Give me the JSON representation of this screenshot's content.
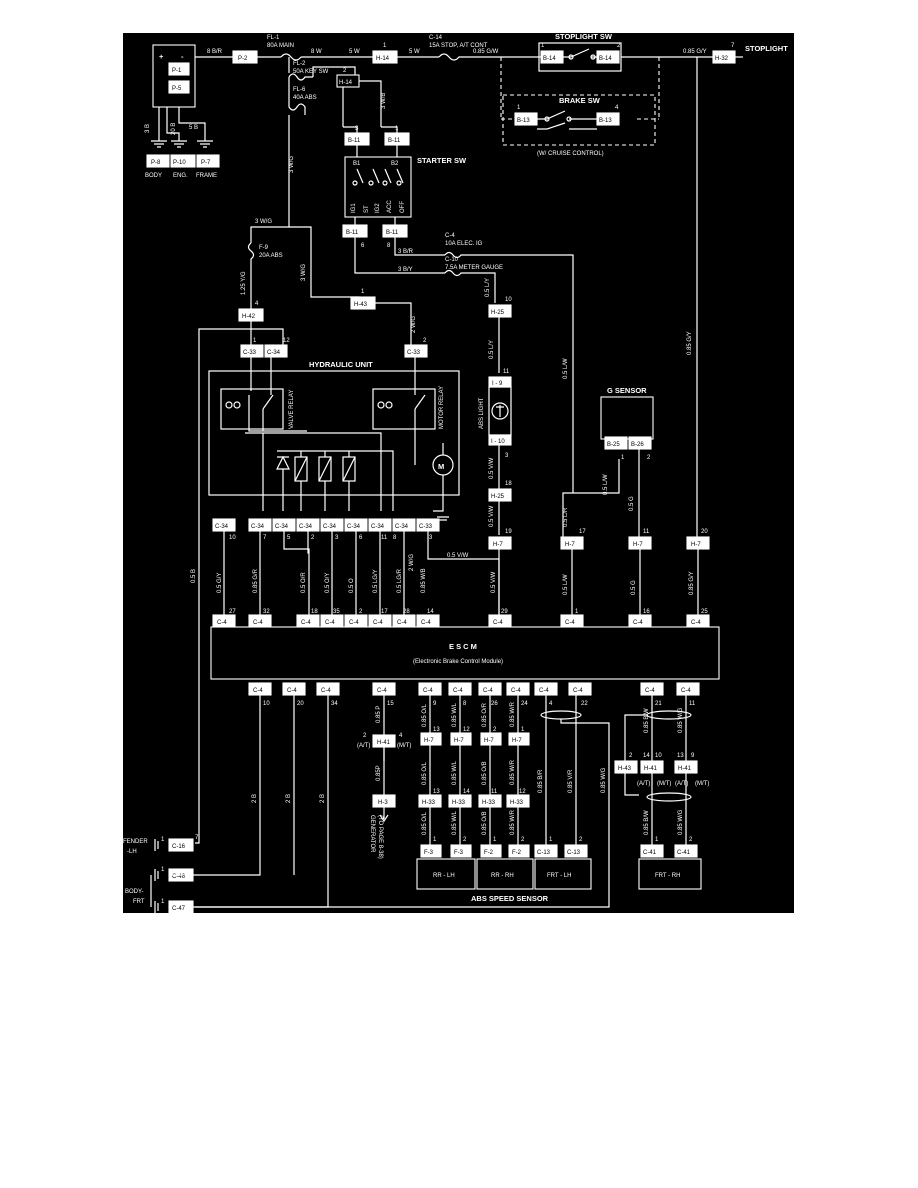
{
  "diagram": {
    "fuses": {
      "fl1": "FL-1",
      "fl1_rating": "80A MAIN",
      "fl2": "FL-2",
      "fl2_rating": "50A KEY SW",
      "fl6": "FL-6",
      "fl6_rating": "40A ABS",
      "f9": "F-9",
      "f9_rating": "20A ABS",
      "c14": "C-14",
      "c14_rating": "15A STOP, A/T CONT",
      "c4": "C-4",
      "c4_rating": "10A ELEC. IG",
      "c10": "C-10",
      "c10_rating": "7.5A METER GAUGE"
    },
    "components": {
      "stoplight_sw": "STOPLIGHT SW",
      "stoplight": "STOPLIGHT",
      "brake_sw": "BRAKE SW",
      "cruise_note": "(W/ CRUISE CONTROL)",
      "starter_sw": "STARTER SW",
      "hydraulic_unit": "HYDRAULIC UNIT",
      "valve_relay": "VALVE RELAY",
      "motor_relay": "MOTOR RELAY",
      "motor_symbol": "M",
      "abs_light": "ABS LIGHT",
      "g_sensor": "G SENSOR",
      "escm": "E S C M",
      "escm_full": "(Electronic Brake Control Module)",
      "abs_speed_sensor": "ABS SPEED SENSOR",
      "generator_note_1": "GENERATOR",
      "generator_note_2": "(TO PAGE 8-38)",
      "fender_lh": "FENDER",
      "fender_lh_2": "-LH",
      "body_frt": "BODY-",
      "body_frt_2": "FRT",
      "ground_body": "BODY",
      "ground_eng": "ENG.",
      "ground_frame": "FRAME",
      "sensor_rr_lh": "RR - LH",
      "sensor_rr_rh": "RR - RH",
      "sensor_frt_lh": "FRT - LH",
      "sensor_frt_rh": "FRT - RH",
      "battery_plus": "+",
      "battery_minus": "-",
      "sw_ig1": "IG1",
      "sw_st": "ST",
      "sw_ig2": "IG2",
      "sw_acc": "ACC",
      "sw_off": "OFF",
      "sw_b1": "B1",
      "sw_b2": "B2",
      "at_label": "(A/T)",
      "mt_label": "(M/T)"
    },
    "connectors": {
      "p1": "P-1",
      "p5": "P-5",
      "p2": "P-2",
      "p8": "P-8",
      "p10": "P-10",
      "p7": "P-7",
      "h14": "H-14",
      "h32": "H-32",
      "b14": "B-14",
      "b13": "B-13",
      "b11": "B-11",
      "h43": "H-43",
      "h42": "H-42",
      "h25": "H-25",
      "i9": "I - 9",
      "i10": "I - 10",
      "b25": "B-25",
      "b26": "B-26",
      "h7": "H-7",
      "c33": "C-33",
      "c34": "C-34",
      "c4": "C-4",
      "h41": "H-41",
      "h3": "H-3",
      "h33": "H-33",
      "f3": "F-3",
      "f2": "F-2",
      "c13": "C-13",
      "c41": "C-41",
      "c16": "C-16",
      "c46": "C-46",
      "c47": "C-47"
    },
    "wires": {
      "w8br": "8 B/R",
      "w8w": "8 W",
      "w5w": "5 W",
      "w5w2": "5 W",
      "w085gw": "0.85 G/W",
      "w085gy": "0.85 G/Y",
      "w3wb": "3 W/B",
      "w3wg": "3 W/G",
      "w3wg2": "3 W/G",
      "w3wg3": "3 W/G",
      "w125yg": "1.25 Y/G",
      "w3br": "3 B/R",
      "w3by": "3 B/Y",
      "w05ly": "0.5 L/Y",
      "w05ly2": "0.5 L/Y",
      "w05lw": "0.5 L/W",
      "w085gy2": "0.85 G/Y",
      "w2wg": "2 W/G",
      "w05vw": "0.5 V/W",
      "w05vw2": "0.5 V/W",
      "w05lw2": "0.5 L/W",
      "w05lr": "0.5 L/R",
      "w05g": "0.5 G",
      "w05gy": "0.5 G/Y",
      "w05gy2": "0.5 G/Y",
      "w085gr": "0.85 G/R",
      "w05or": "0.5 O/R",
      "w05oy": "0.5 O/Y",
      "w05o": "0.5 O",
      "w05lgy": "0.5 LG/Y",
      "w05lgr": "0.5 LG/R",
      "w085wb": "0.85 W/B",
      "w05vw3": "0.5 V/W",
      "w05vw4": "0.5 V/W",
      "w05lw3": "0.5 L/W",
      "w05g2": "0.5 G",
      "w085gy3": "0.85 G/Y",
      "w05b": "0.5 B",
      "w3b": "3 B",
      "w20b": "20 B",
      "w5b": "5 B",
      "w2b": "2 B",
      "w2b2": "2 B",
      "w2b3": "2 B",
      "w085p": "0.85 P",
      "w085p2": "0.85P",
      "w085ol": "0.85 O/L",
      "w085wl": "0.85 W/L",
      "w085or": "0.85 O/R",
      "w085wr": "0.85 W/R",
      "w085ol2": "0.85 O/L",
      "w085wl2": "0.85 W/L",
      "w085ob": "0.85 O/B",
      "w085wr2": "0.85 W/R",
      "w085ol3": "0.85 O/L",
      "w085wl3": "0.85 W/L",
      "w085ob2": "0.85 O/B",
      "w085wr3": "0.85 W/R",
      "w085br": "0.85 B/R",
      "w085vr": "0.85 V/R",
      "w085wg": "0.85 W/G",
      "w085bw": "0.85 B/W",
      "w085wg2": "0.85 W/G",
      "w085bw2": "0.85 B/W",
      "w085wg3": "0.85 W/G"
    },
    "pins": {
      "n1": "1",
      "n2": "2",
      "n3": "3",
      "n4": "4",
      "n5": "5",
      "n6": "6",
      "n7": "7",
      "n8": "8",
      "n9": "9",
      "n10": "10",
      "n11": "11",
      "n12": "12",
      "n13": "13",
      "n14": "14",
      "n15": "15",
      "n16": "16",
      "n17": "17",
      "n18": "18",
      "n19": "19",
      "n20": "20",
      "n21": "21",
      "n22": "22",
      "n24": "24",
      "n25": "25",
      "n26": "26",
      "n27": "27",
      "n28": "28",
      "n29": "29",
      "n32": "32",
      "n34": "34",
      "n35": "35"
    }
  }
}
